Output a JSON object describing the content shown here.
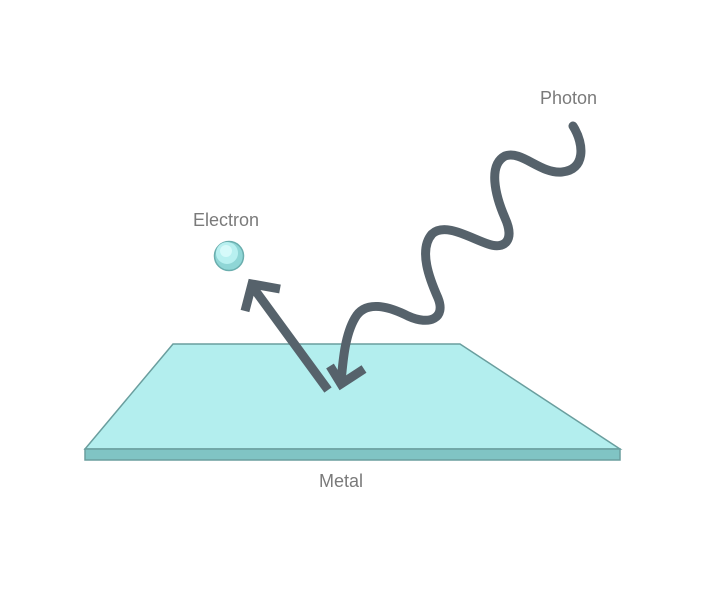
{
  "labels": {
    "photon": "Photon",
    "electron": "Electron",
    "metal": "Metal"
  },
  "colors": {
    "metal_top": "#b3eeee",
    "metal_edge": "#80c4c4",
    "metal_stroke": "#6a9e9e",
    "arrow": "#56626b",
    "electron": "#a8e6e6",
    "text": "#7a7a7a"
  }
}
